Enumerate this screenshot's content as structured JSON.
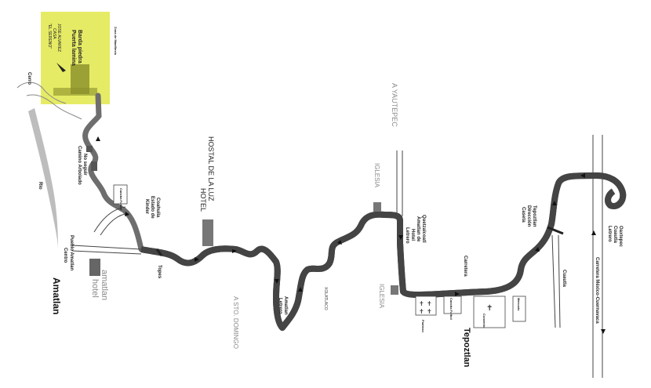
{
  "towns": {
    "amatlan": "Amatlan",
    "tepoztlan": "Tepoztlan"
  },
  "directions": {
    "yautepec": "A YAUTEPEC",
    "sto_domingo": "A STO. DOMINGO",
    "xolatlaco": "XOLATLACO"
  },
  "hotels": {
    "amatlan_line1": "hotel",
    "amatlan_line2": "amatlan",
    "hostal_line1": "HOTEL",
    "hostal_line2": "HOSTAL DE LA LUZ"
  },
  "churches": {
    "iglesia_top": "IGLESIA",
    "iglesia_bottom": "IGLESIA"
  },
  "labels": {
    "rio": "Rio",
    "cerro": "Cerro",
    "camino_line1": "Camino Arbolado",
    "camino_line2": "No seguir",
    "cancha_futbol_top": "Cancha Futbol",
    "kinder_line1": "Kinder",
    "kinder_line2": "Estado de",
    "kinder_line3": "Coahuila",
    "centro_line1": "Centro",
    "centro_line2": "Pueblo Amatlan",
    "topes": "Topes",
    "letrero_amatlan_line1": "Letrero",
    "letrero_amatlan_line2": "Amatlan",
    "letrero_hotel_line1": "Letrero",
    "letrero_hotel_line2": "Hotel",
    "letrero_hotel_line3": "Amatlan de",
    "letrero_hotel_line4": "Quetzalcoatl",
    "carretera": "Carretera",
    "panteon": "Panteon",
    "cancha_futbol_bottom": "Cancha Futbol",
    "convento": "Convento",
    "mercado": "Mercado",
    "caseta_line1": "Caseta",
    "caseta_line2": "Dirección",
    "caseta_line3": "Tepoztlan",
    "cuautla": "Cuautla",
    "letrero_cuautla_line1": "Letrero",
    "letrero_cuautla_line2": "Cuautla",
    "letrero_cuautla_line3": "Oaxtepec",
    "carretera_mexico": "Carretera México-Cuernavaca",
    "zona_manifiesto": "Zona de Manifiesto"
  },
  "destination": {
    "el_sereno_line1": "\"EL SERENO\"",
    "el_sereno_line2": "CASA",
    "el_sereno_line3": "JOSE ALVAREZ",
    "puerta_line1": "Puerta lamina",
    "puerta_line2": "Barda piedra"
  },
  "colors": {
    "highlight": "#e2e84a",
    "road_dark": "#6e6e6e",
    "marker": "#777777",
    "river": "#bdbdbd"
  }
}
